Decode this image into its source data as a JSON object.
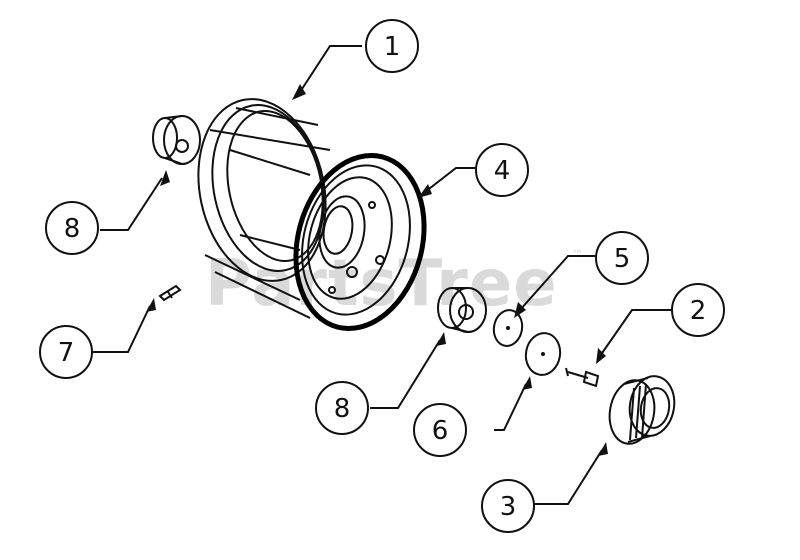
{
  "watermark": {
    "text": "PartsTree",
    "trademark": "™"
  },
  "callouts": [
    {
      "id": "callout-1",
      "label": "1"
    },
    {
      "id": "callout-2",
      "label": "2"
    },
    {
      "id": "callout-3",
      "label": "3"
    },
    {
      "id": "callout-4",
      "label": "4"
    },
    {
      "id": "callout-5",
      "label": "5"
    },
    {
      "id": "callout-6",
      "label": "6"
    },
    {
      "id": "callout-7",
      "label": "7"
    },
    {
      "id": "callout-8a",
      "label": "8"
    },
    {
      "id": "callout-8b",
      "label": "8"
    }
  ]
}
